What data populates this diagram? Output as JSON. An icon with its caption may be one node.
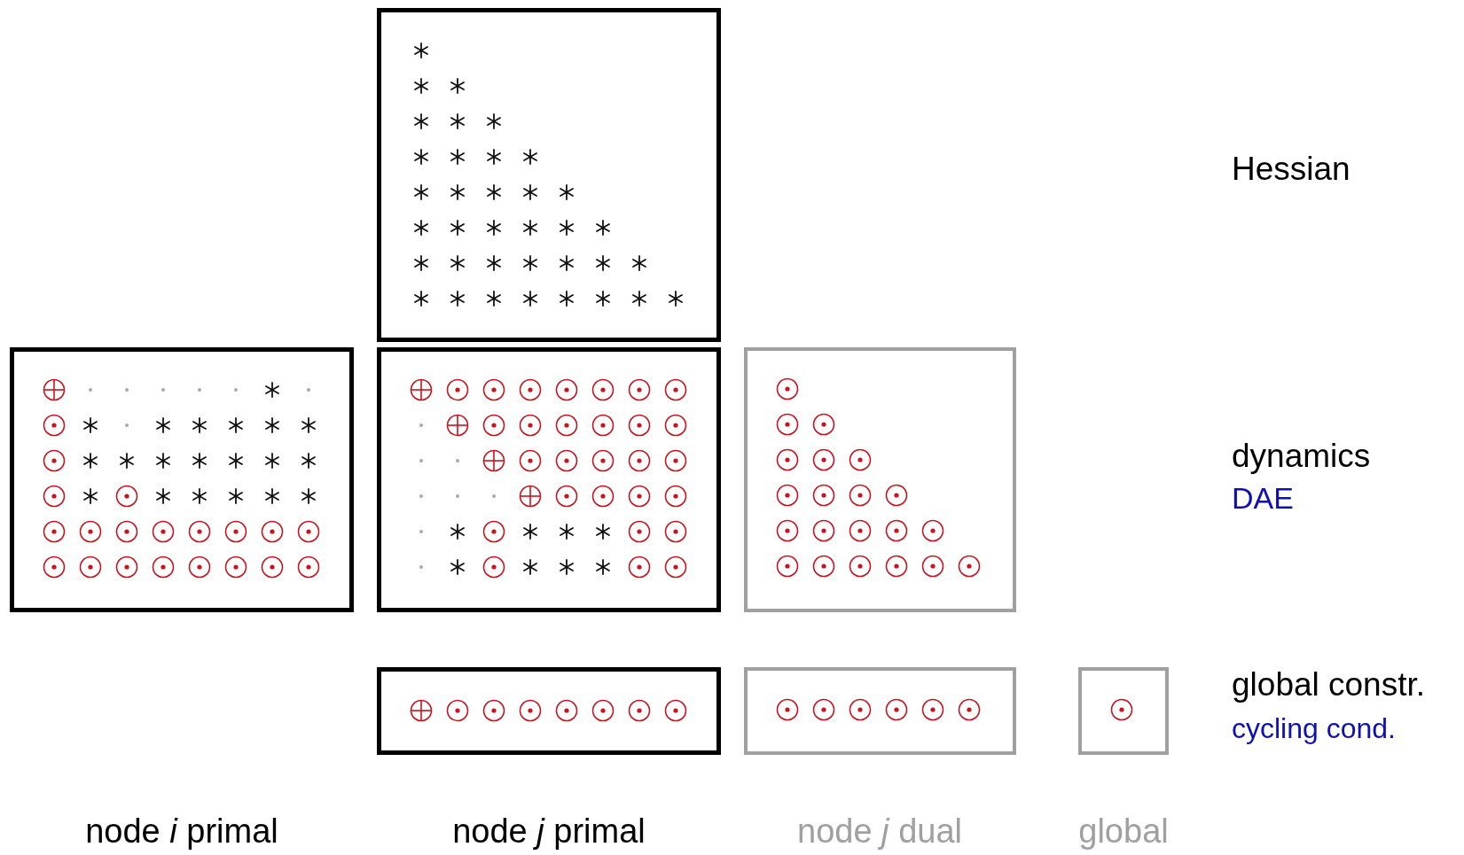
{
  "diagram": {
    "nodes": [
      {
        "text": [],
        "shape": "box"
      },
      {
        "text": [],
        "shape": "box"
      },
      {
        "text": [],
        "shape": "box"
      },
      {
        "text": [],
        "shape": "box"
      },
      {
        "text": [],
        "shape": "box"
      },
      {
        "text": [],
        "shape": "box"
      },
      {
        "text": [],
        "shape": "box"
      }
    ],
    "edges": [],
    "labels": [
      "Hessian",
      "dynamics",
      "DAE",
      "global constr.",
      "cycling cond.",
      "node *i* primal",
      "node *j* primal",
      "node *j* dual",
      "global"
    ]
  }
}
